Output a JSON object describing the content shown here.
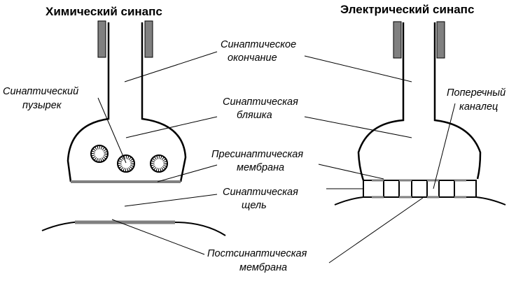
{
  "titles": {
    "chemical": "Химический синапс",
    "electrical": "Электрический синапс"
  },
  "labels": {
    "synaptic_ending": [
      "Синаптическое",
      "окончание"
    ],
    "synaptic_plaque": [
      "Синаптическая",
      "бляшка"
    ],
    "presynaptic_membrane": [
      "Пресинаптическая",
      "мембрана"
    ],
    "synaptic_cleft": [
      "Синаптическая",
      "щель"
    ],
    "postsynaptic_membrane": [
      "Постсинаптическая",
      "мембрана"
    ],
    "synaptic_vesicle": [
      "Синаптический",
      "пузырек"
    ],
    "transverse_channel": [
      "Поперечный",
      "каналец"
    ]
  },
  "colors": {
    "line": "#000000",
    "membrane": "#808080",
    "myelin": "#808080",
    "background": "#ffffff"
  }
}
